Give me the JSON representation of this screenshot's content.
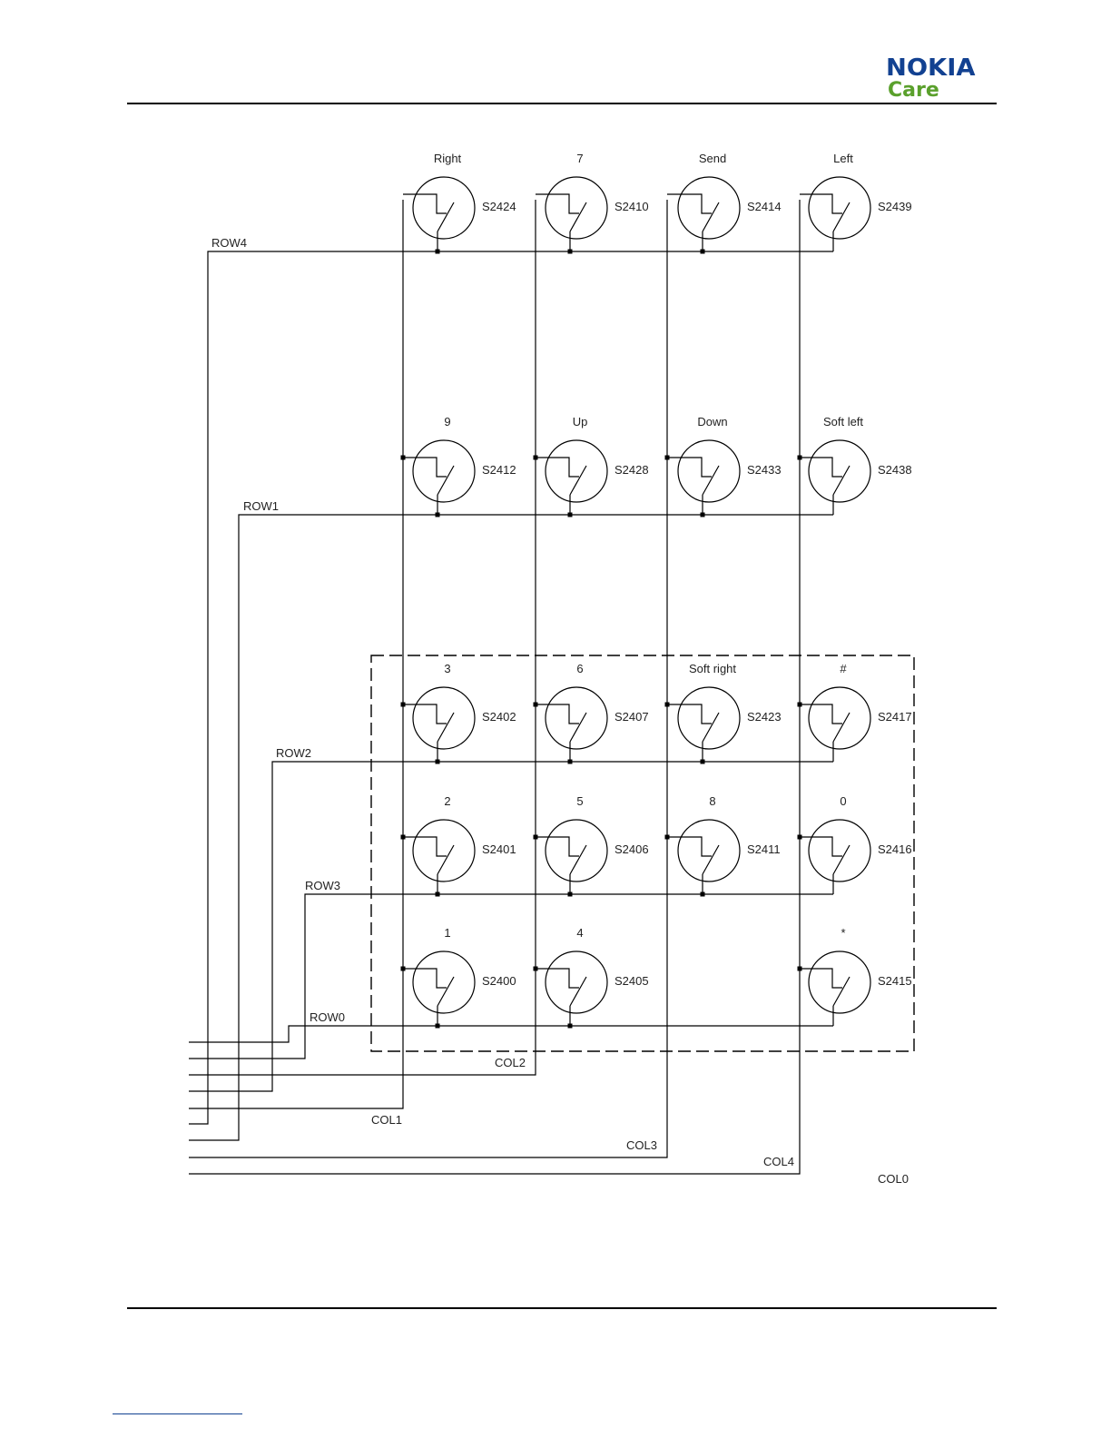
{
  "header": {
    "brand": "NOKIA",
    "sub_brand": "Care",
    "colors": {
      "brand_blue": "#124191",
      "care_green": "#5aa02c"
    }
  },
  "schematic": {
    "keys": [
      {
        "label": "Right",
        "ref": "S2424",
        "row": "ROW4",
        "col": "COL1"
      },
      {
        "label": "7",
        "ref": "S2410",
        "row": "ROW4",
        "col": "COL2"
      },
      {
        "label": "Send",
        "ref": "S2414",
        "row": "ROW4",
        "col": "COL3"
      },
      {
        "label": "Left",
        "ref": "S2439",
        "row": "ROW4",
        "col": "COL4"
      },
      {
        "label": "9",
        "ref": "S2412",
        "row": "ROW1",
        "col": "COL1"
      },
      {
        "label": "Up",
        "ref": "S2428",
        "row": "ROW1",
        "col": "COL2"
      },
      {
        "label": "Down",
        "ref": "S2433",
        "row": "ROW1",
        "col": "COL3"
      },
      {
        "label": "Soft left",
        "ref": "S2438",
        "row": "ROW1",
        "col": "COL4"
      },
      {
        "label": "3",
        "ref": "S2402",
        "row": "ROW2",
        "col": "COL1"
      },
      {
        "label": "6",
        "ref": "S2407",
        "row": "ROW2",
        "col": "COL2"
      },
      {
        "label": "Soft right",
        "ref": "S2423",
        "row": "ROW2",
        "col": "COL3"
      },
      {
        "label": "#",
        "ref": "S2417",
        "row": "ROW2",
        "col": "COL4"
      },
      {
        "label": "2",
        "ref": "S2401",
        "row": "ROW3",
        "col": "COL1"
      },
      {
        "label": "5",
        "ref": "S2406",
        "row": "ROW3",
        "col": "COL2"
      },
      {
        "label": "8",
        "ref": "S2411",
        "row": "ROW3",
        "col": "COL3"
      },
      {
        "label": "0",
        "ref": "S2416",
        "row": "ROW3",
        "col": "COL4"
      },
      {
        "label": "1",
        "ref": "S2400",
        "row": "ROW0",
        "col": "COL1"
      },
      {
        "label": "4",
        "ref": "S2405",
        "row": "ROW0",
        "col": "COL2"
      },
      {
        "label": "*",
        "ref": "S2415",
        "row": "ROW0",
        "col": "COL4"
      }
    ],
    "rows": [
      "ROW4",
      "ROW1",
      "ROW2",
      "ROW3",
      "ROW0"
    ],
    "cols": [
      "COL1",
      "COL2",
      "COL3",
      "COL4",
      "COL0"
    ]
  }
}
